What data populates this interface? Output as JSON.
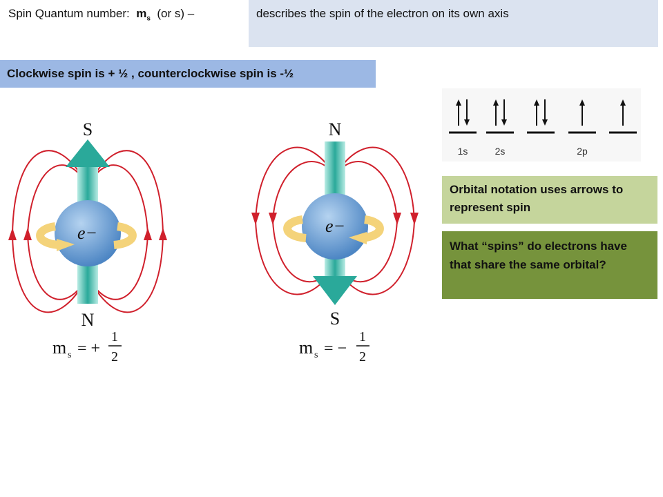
{
  "title": {
    "prefix": "Spin Quantum number:",
    "symbol_main": "m",
    "symbol_sub": "s",
    "suffix": "(or s) –"
  },
  "definition": "describes the spin of the electron on its own axis",
  "spin_rule": "Clockwise spin is + ½  , counterclockwise spin  is  -½",
  "left_figure": {
    "top_pole": "S",
    "bottom_pole": "N",
    "electron": "e−",
    "formula_main": "m",
    "formula_sub": "s",
    "formula_eq": "= +",
    "frac_num": "1",
    "frac_den": "2"
  },
  "right_figure": {
    "top_pole": "N",
    "bottom_pole": "S",
    "electron": "e−",
    "formula_main": "m",
    "formula_sub": "s",
    "formula_eq": "= −",
    "frac_num": "1",
    "frac_den": "2"
  },
  "orbital_diagram": {
    "labels": [
      "1s",
      "2s",
      "2p"
    ],
    "orbitals": [
      {
        "arrows": [
          "up",
          "down"
        ]
      },
      {
        "arrows": [
          "up",
          "down"
        ]
      },
      {
        "arrows": [
          "up",
          "down"
        ]
      },
      {
        "arrows": [
          "up"
        ]
      },
      {
        "arrows": [
          "up"
        ]
      }
    ]
  },
  "orbital_note": "Orbital notation uses arrows to represent spin",
  "question": "What “spins” do electrons have that share the same orbital?",
  "colors": {
    "definition_bg": "#dbe3f0",
    "spin_rule_bg": "#9cb8e4",
    "orbital_note_bg": "#c5d59c",
    "question_bg": "#76933c",
    "field_lines": "#d0202c",
    "sphere": "#6ea3d8",
    "spin_arrow": "#40b8a8"
  }
}
